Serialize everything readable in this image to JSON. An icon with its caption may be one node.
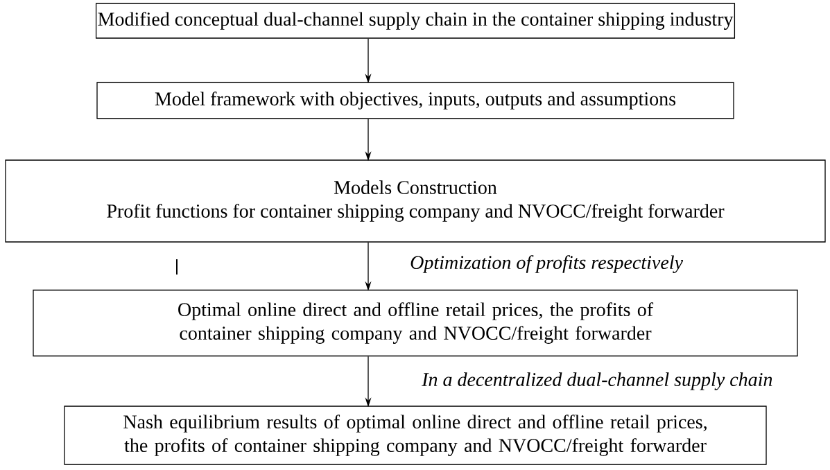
{
  "diagram": {
    "nodes": [
      {
        "text": [
          "Modified conceptual dual-channel supply chain in the container shipping industry"
        ]
      },
      {
        "text": [
          "Model framework with objectives, inputs, outputs and assumptions"
        ]
      },
      {
        "text": [
          "Models Construction",
          "Profit functions for container shipping company and NVOCC/freight forwarder"
        ]
      },
      {
        "text": [
          "Optimal online direct and offline retail prices, the profits of container shipping company and NVOCC/freight forwarder"
        ]
      },
      {
        "text": [
          "Nash equilibrium results of optimal online direct and offline retail prices, the profits of container shipping company and NVOCC/freight forwarder"
        ]
      }
    ],
    "edges": [
      {
        "from": 0,
        "to": 1,
        "arrow": "to"
      },
      {
        "from": 1,
        "to": 2,
        "arrow": "to"
      },
      {
        "from": 2,
        "to": 3,
        "arrow": "to",
        "label": "Optimization of profits respectively"
      },
      {
        "from": 3,
        "to": 4,
        "arrow": "to",
        "label": "In a decentralized dual-channel supply chain"
      }
    ]
  }
}
